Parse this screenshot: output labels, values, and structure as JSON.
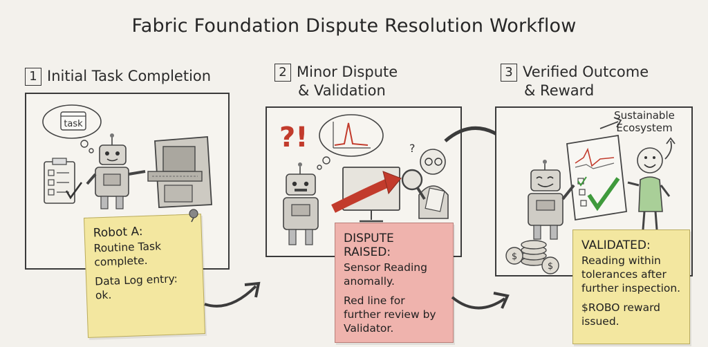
{
  "title": "Fabric Foundation Dispute Resolution Workflow",
  "steps": [
    {
      "number": "1",
      "heading": [
        "Initial Task Completion"
      ],
      "note": {
        "head": "Robot A:",
        "lines": [
          "Routine Task complete.",
          "Data Log entry: ok."
        ]
      },
      "bubble_label": "task"
    },
    {
      "number": "2",
      "heading": [
        "Minor Dispute",
        "& Validation"
      ],
      "note": {
        "head": "DISPUTE RAISED:",
        "lines": [
          "Sensor Reading anomally.",
          "Red line for further review by Validator."
        ]
      },
      "symbols": "?!"
    },
    {
      "number": "3",
      "heading": [
        "Verified Outcome",
        "& Reward"
      ],
      "note": {
        "head": "VALIDATED:",
        "lines": [
          "Reading within tolerances after further inspection.",
          "$ROBO reward issued."
        ]
      },
      "eco_label": [
        "Sustainable",
        "Ecosystem"
      ]
    }
  ],
  "colors": {
    "note_yellow": "#f3e7a0",
    "note_pink": "#efb3ad",
    "alert_red": "#c23b2c",
    "check_green": "#3f9a3c",
    "arrow_dark": "#3b3b3b"
  }
}
